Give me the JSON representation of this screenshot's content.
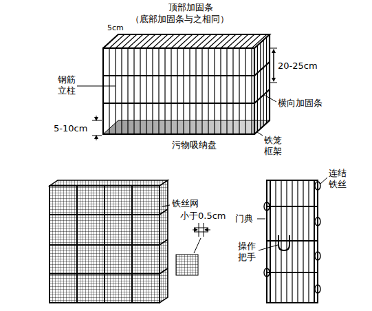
{
  "diagram": {
    "labels": [
      "顶部加固条",
      "（底部加固条与之相同）",
      "5cm",
      "20-25cm",
      "钢筋 立柱",
      "横向加固条",
      "5-10cm",
      "污物吸纳盘",
      "铁笼 框架",
      "铁丝网",
      "小于0.5cm",
      "连结 铁丝",
      "门典",
      "操作 把手"
    ]
  }
}
